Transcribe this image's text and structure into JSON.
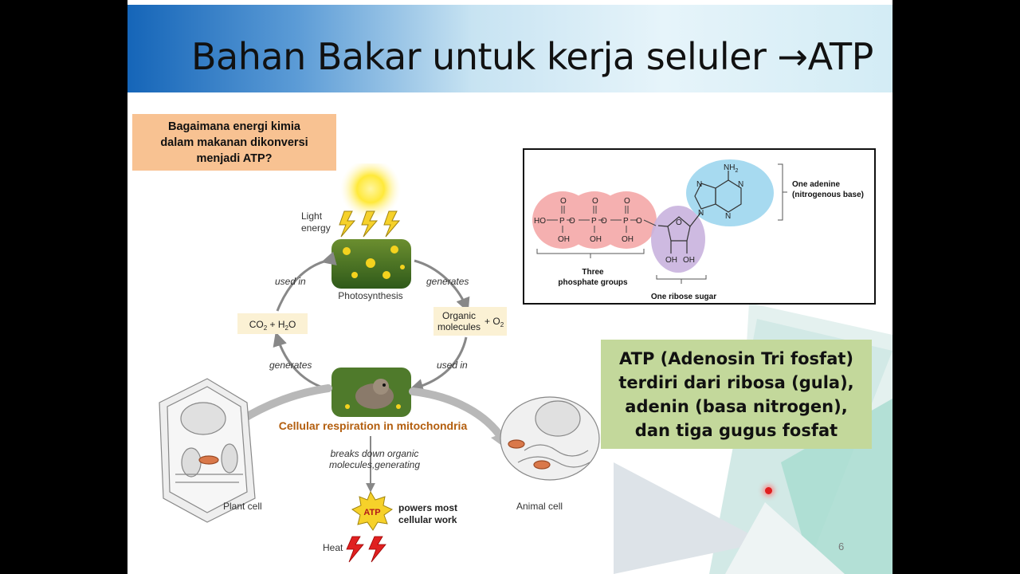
{
  "slide": {
    "title": "Bahan Bakar untuk kerja seluler →ATP",
    "question": "Bagaimana energi kimia dalam makanan dikonversi menjadi ATP?",
    "page_number": "6",
    "atp_info": "ATP (Adenosin Tri fosfat) terdiri dari ribosa (gula), adenin (basa nitrogen), dan tiga gugus fosfat"
  },
  "cycle": {
    "light_energy": [
      "Light",
      "energy"
    ],
    "photosynthesis": "Photosynthesis",
    "used_in_left": "used in",
    "generates_right": "generates",
    "co2_h2o": {
      "base1": "CO",
      "sub1": "2",
      "mid": " + H",
      "sub2": "2",
      "end": "O"
    },
    "organic_molecules": {
      "line1": "Organic",
      "line2": "molecules",
      "plus": "+ O",
      "sub": "2"
    },
    "generates_left": "generates",
    "used_in_right": "used in",
    "cellular_respiration": "Cellular respiration in mitochondria",
    "breaks_down": [
      "breaks down organic",
      "molecules,generating"
    ],
    "atp_label": "ATP",
    "powers": [
      "powers most",
      "cellular work"
    ],
    "heat": "Heat",
    "plant_cell": "Plant cell",
    "animal_cell": "Animal cell"
  },
  "molecule": {
    "atom_o": "O",
    "atom_p": "P",
    "atom_n": "N",
    "ho": "HO",
    "oh": "OH",
    "nh2": {
      "base": "NH",
      "sub": "2"
    },
    "adenine": [
      "One adenine",
      "(nitrogenous base)"
    ],
    "phosphates": [
      "Three",
      "phosphate groups"
    ],
    "ribose": "One ribose sugar"
  },
  "colors": {
    "title_gradient_start": "#1565b8",
    "question_bg": "#f8c292",
    "info_bg": "#c3d89b",
    "respiration_text": "#b35e0e",
    "phosphate": "#f4a3a3",
    "ribose": "#c9b3de",
    "adenine": "#a7daf0"
  }
}
